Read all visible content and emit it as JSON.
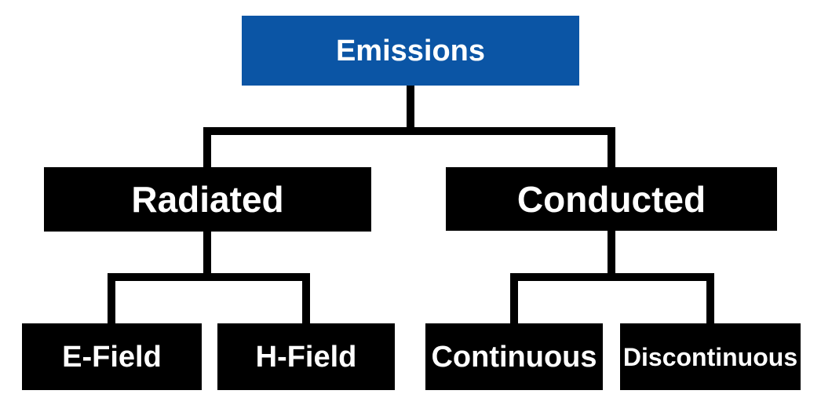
{
  "colors": {
    "root_box": "#0B55A5",
    "node_box": "#000000",
    "text": "#ffffff",
    "connector": "#000000",
    "background": "#ffffff"
  },
  "tree": {
    "root": {
      "label": "Emissions",
      "children": [
        {
          "label": "Radiated",
          "children": [
            {
              "label": "E-Field"
            },
            {
              "label": "H-Field"
            }
          ]
        },
        {
          "label": "Conducted",
          "children": [
            {
              "label": "Continuous"
            },
            {
              "label": "Discontinuous"
            }
          ]
        }
      ]
    }
  }
}
